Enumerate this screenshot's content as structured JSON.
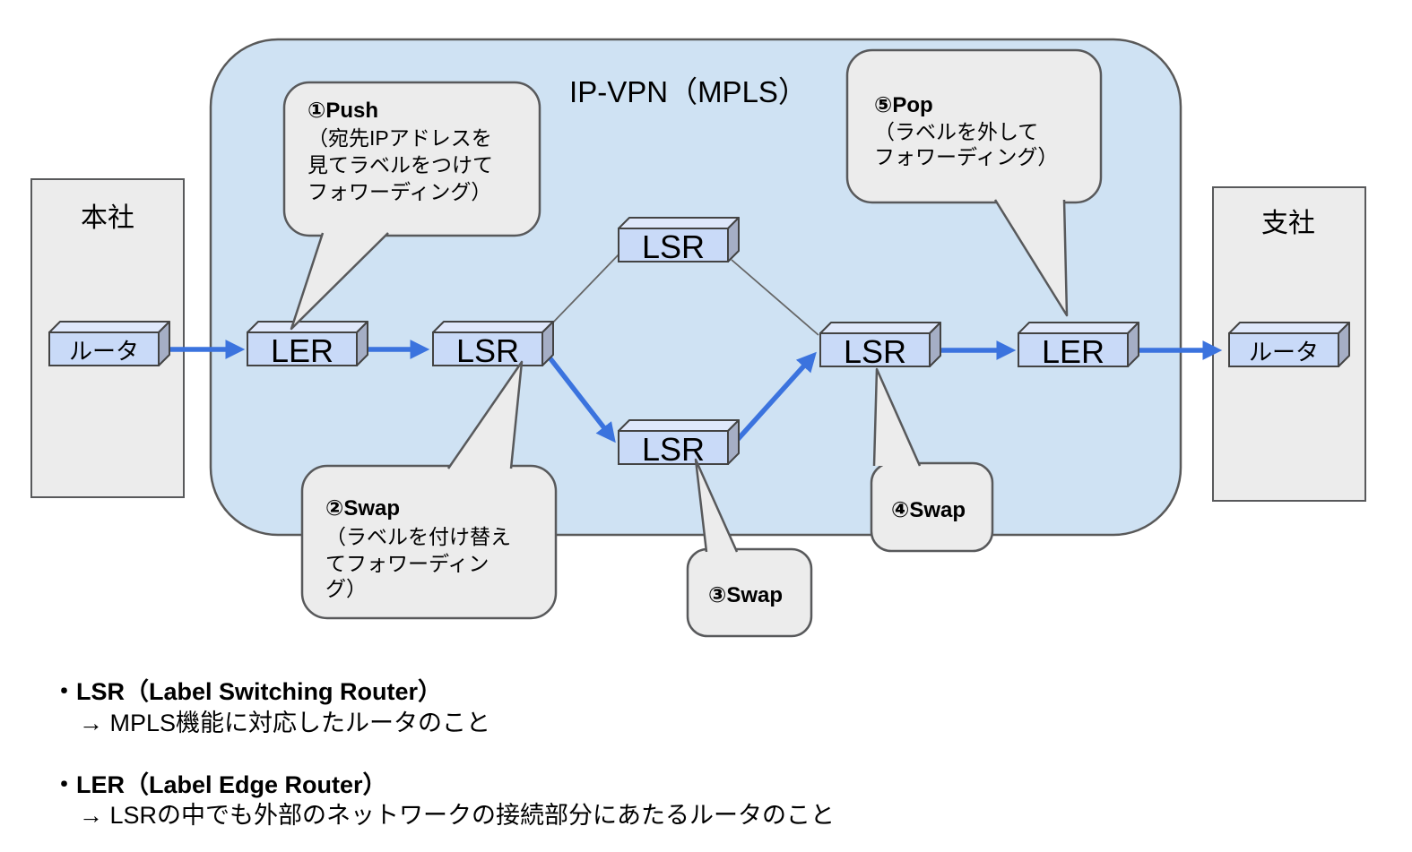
{
  "diagram": {
    "title": "IP-VPN（MPLS）",
    "sites": {
      "headquarters": "本社",
      "branch": "支社"
    },
    "nodes": {
      "router_left": "ルータ",
      "ler_left": "LER",
      "lsr_ingress": "LSR",
      "lsr_top": "LSR",
      "lsr_bottom": "LSR",
      "lsr_egress": "LSR",
      "ler_right": "LER",
      "router_right": "ルータ"
    },
    "bubbles": {
      "push": {
        "title": "①Push",
        "lines": [
          "（宛先IPアドレスを",
          "見てラベルをつけて",
          "フォワーディング）"
        ]
      },
      "swap2": {
        "title": "②Swap",
        "lines": [
          "（ラベルを付け替え",
          "てフォワーディン",
          "グ）"
        ]
      },
      "swap3": {
        "title": "③Swap"
      },
      "swap4": {
        "title": "④Swap"
      },
      "pop": {
        "title": "⑤Pop",
        "lines": [
          "（ラベルを外して",
          "フォワーディング）"
        ]
      }
    },
    "legend": [
      {
        "term": "・LSR（Label Switching Router）",
        "desc": "→ MPLS機能に対応したルータのこと"
      },
      {
        "term": "・LER（Label Edge Router）",
        "desc": "→ LSRの中でも外部のネットワークの接続部分にあたるルータのこと"
      }
    ],
    "colors": {
      "cloud_fill": "#cfe2f3",
      "cloud_border": "#595959",
      "site_fill": "#ececec",
      "site_border": "#58595b",
      "bubble_fill": "#ececec",
      "bubble_border": "#58595b",
      "box_front": "#c9daf8",
      "box_top": "#dfe8fb",
      "box_side": "#a5aec5",
      "box_border": "#434343",
      "arrow_blue": "#3b73de",
      "backup_line": "#666666"
    }
  }
}
